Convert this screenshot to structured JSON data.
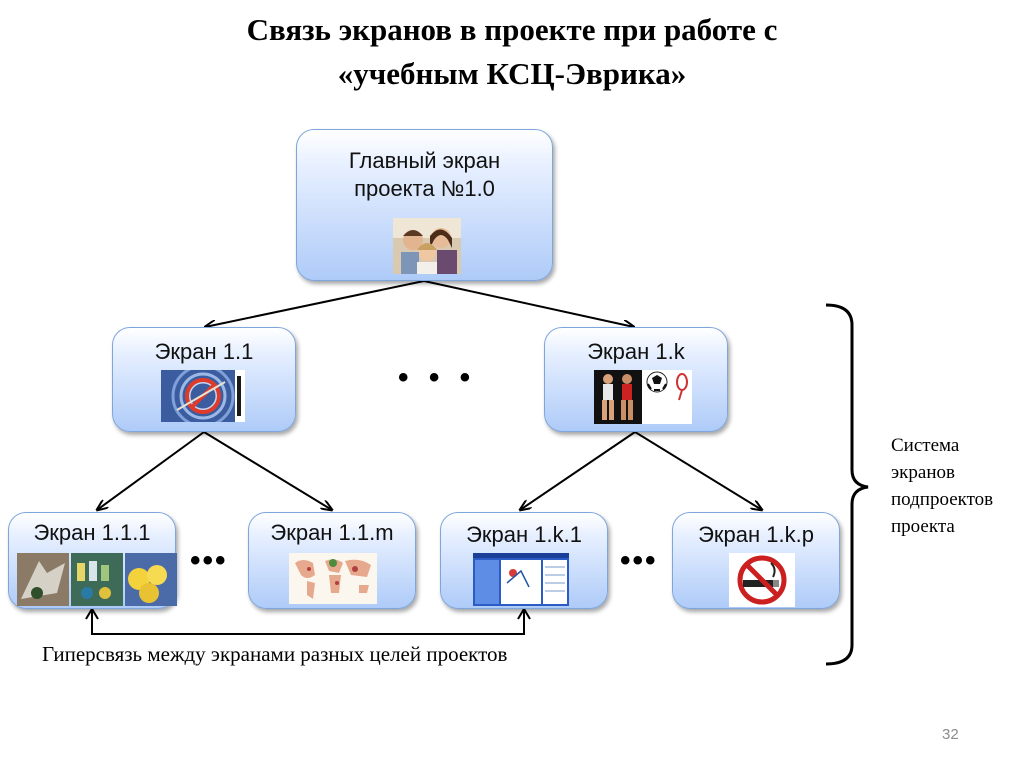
{
  "title": {
    "line1": "Связь экранов в проекте при работе с",
    "line2": "«учебным КСЦ-Эврика»"
  },
  "nodes": {
    "main": {
      "line1": "Главный экран",
      "line2": "проекта №1.0"
    },
    "screen_1_1": "Экран 1.1",
    "screen_1_k": "Экран 1.k",
    "screen_1_1_1": "Экран 1.1.1",
    "screen_1_1_m": "Экран 1.1.m",
    "screen_1_k_1": "Экран 1.k.1",
    "screen_1_k_p": "Экран 1.k.p"
  },
  "ellipsis": {
    "middle": "• • •",
    "left": "•••",
    "right": "•••"
  },
  "side_label": {
    "line1": "Система",
    "line2": "экранов",
    "line3": "подпроектов",
    "line4": "проекта"
  },
  "hyperlink_note": "Гиперсвязь между экранами разных целей проектов",
  "page_number": "32",
  "icons": {
    "main": "family-photo-icon",
    "screen_1_1": "sign-photo-icon",
    "screen_1_k": "sports-icon",
    "screen_1_1_1": "nature-photos-icon",
    "screen_1_1_m": "world-map-icon",
    "screen_1_k_1": "screenshot-icon",
    "screen_1_k_p": "no-smoking-icon"
  },
  "colors": {
    "box_border": "#7fa6dc",
    "box_fill": "#aecbf8",
    "page_number": "#8c8c8c"
  }
}
